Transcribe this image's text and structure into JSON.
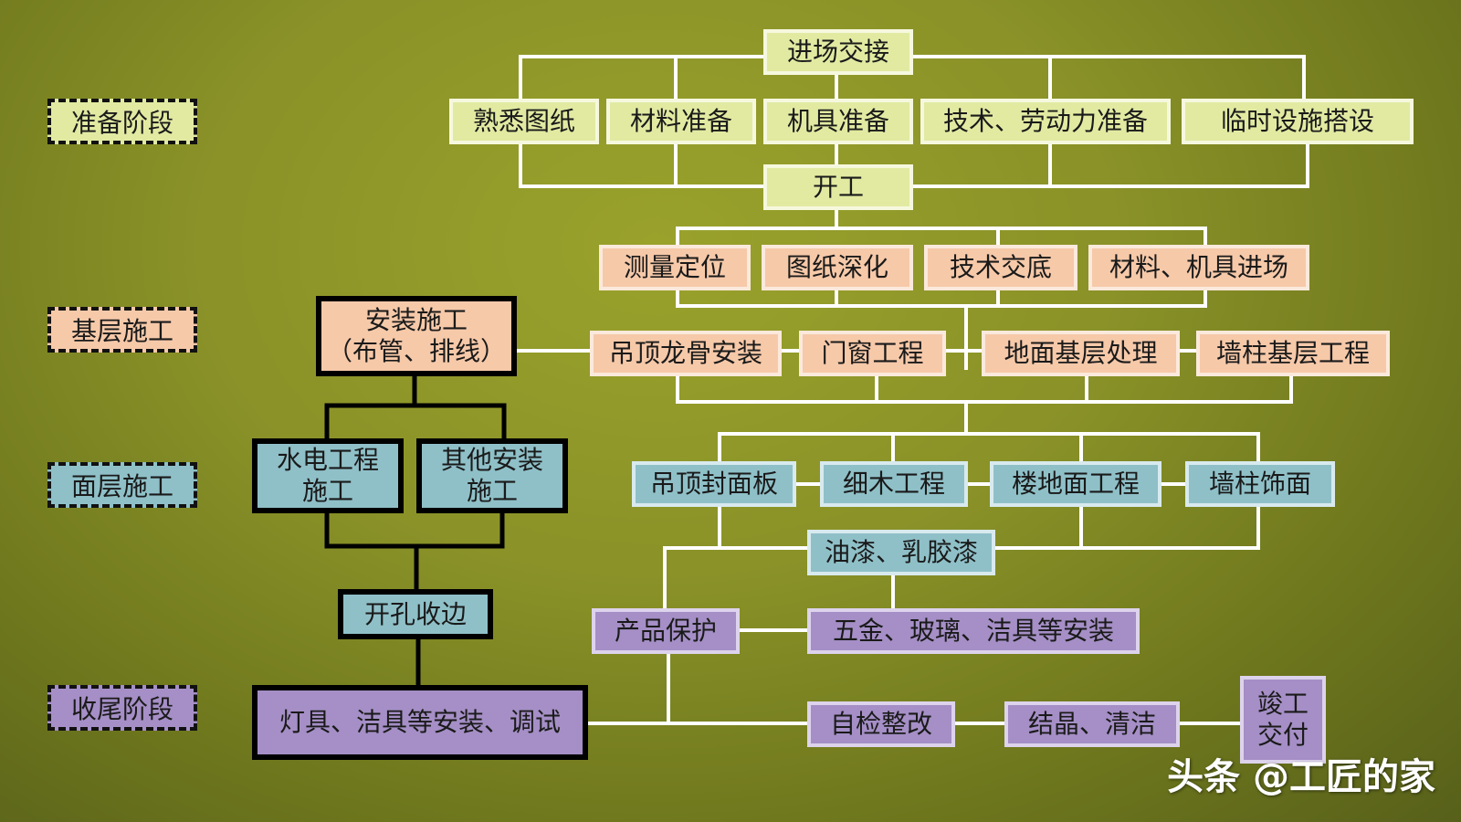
{
  "stages": {
    "prep": "准备阶段",
    "base": "基层施工",
    "surface": "面层施工",
    "closing": "收尾阶段"
  },
  "prep": {
    "site_handover": "进场交接",
    "drawings": "熟悉图纸",
    "materials": "材料准备",
    "machinery": "机具准备",
    "tech_labor": "技术、劳动力准备",
    "temp_facilities": "临时设施搭设",
    "start": "开工"
  },
  "base": {
    "survey": "测量定位",
    "deepen": "图纸深化",
    "briefing": "技术交底",
    "entry": "材料、机具进场",
    "install_line1": "安装施工",
    "install_line2": "（布管、排线）",
    "ceiling_frame": "吊顶龙骨安装",
    "doors_windows": "门窗工程",
    "floor_base": "地面基层处理",
    "wall_base": "墙柱基层工程"
  },
  "surface": {
    "plumbing_line1": "水电工程",
    "plumbing_line2": "施工",
    "other_line1": "其他安装",
    "other_line2": "施工",
    "ceiling_panel": "吊顶封面板",
    "carpentry": "细木工程",
    "floor_work": "楼地面工程",
    "wall_finish": "墙柱饰面",
    "paint": "油漆、乳胶漆",
    "openings": "开孔收边"
  },
  "closing": {
    "protect": "产品保护",
    "hardware": "五金、玻璃、洁具等安装",
    "fixtures_debug": "灯具、洁具等安装、调试",
    "self_check": "自检整改",
    "crystallize": "结晶、清洁",
    "delivery_line1": "竣工",
    "delivery_line2": "交付"
  },
  "watermark": "头条 @工匠的家",
  "colors": {
    "background": "#8a9228",
    "prep_box": "#e2eaa2",
    "base_box": "#f6c9a9",
    "surface_box": "#8fc0c8",
    "closing_box": "#a58fc6",
    "connector": "#ffffff",
    "connector_left": "#000000"
  }
}
